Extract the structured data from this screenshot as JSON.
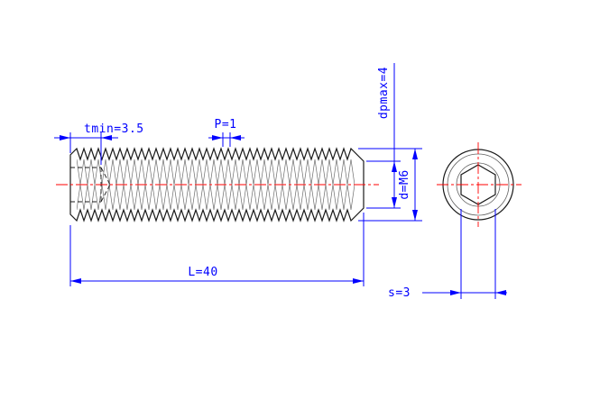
{
  "drawing": {
    "type": "technical-drawing",
    "subject": "hex-socket-set-screw",
    "dimensions": {
      "tmin": "tmin=3.5",
      "pitch": "P=1",
      "dpmax": "dpmax=4",
      "diameter": "d=M6",
      "length": "L=40",
      "socket": "s=3"
    },
    "colors": {
      "dimension": "#0000ff",
      "centerline": "#ff0000",
      "outline": "#1a1a1a",
      "background": "#ffffff"
    }
  }
}
